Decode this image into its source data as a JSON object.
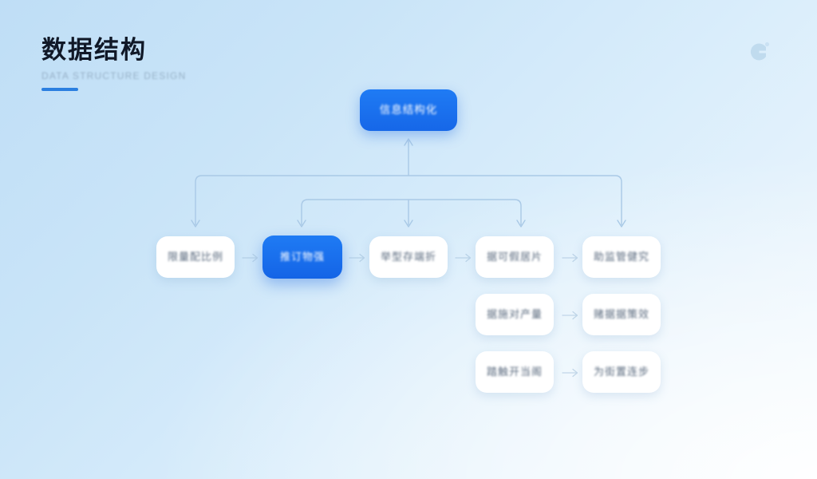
{
  "header": {
    "title": "数据结构",
    "subtitle": "DATA STRUCTURE DESIGN",
    "brand_icon": "brand-c-logo-icon",
    "accent_color": "#2b7fe0"
  },
  "colors": {
    "background_top_left": "#bfdef6",
    "background_bottom_right": "#eef8fe",
    "node_active": "#1f7bf4",
    "node_card": "#ffffff",
    "card_text": "#5b6b7f",
    "connector": "#a8c8e4"
  },
  "diagram": {
    "type": "tree-flow",
    "root": {
      "id": "root",
      "label": "信息结构化",
      "highlighted": true
    },
    "rows": [
      {
        "id": "row-1",
        "nodes": [
          {
            "id": "r1c1",
            "label": "限量配比例",
            "highlighted": false
          },
          {
            "id": "r1c2",
            "label": "推订物强",
            "highlighted": true
          },
          {
            "id": "r1c3",
            "label": "举型存端折",
            "highlighted": false
          },
          {
            "id": "r1c4",
            "label": "据可假居片",
            "highlighted": false
          },
          {
            "id": "r1c5",
            "label": "助监管健究",
            "highlighted": false
          }
        ]
      },
      {
        "id": "row-2",
        "nodes": [
          {
            "id": "r2c4",
            "label": "据施对产量",
            "highlighted": false
          },
          {
            "id": "r2c5",
            "label": "赌据据策效",
            "highlighted": false
          }
        ]
      },
      {
        "id": "row-3",
        "nodes": [
          {
            "id": "r3c4",
            "label": "踏触开当阁",
            "highlighted": false
          },
          {
            "id": "r3c5",
            "label": "为街置连步",
            "highlighted": false
          }
        ]
      }
    ],
    "connector_arrows": {
      "up_from_bus_to_root": 1,
      "outer_bus_drops": 2,
      "inner_bus_drops": 3,
      "inline_chevrons": 8
    }
  }
}
